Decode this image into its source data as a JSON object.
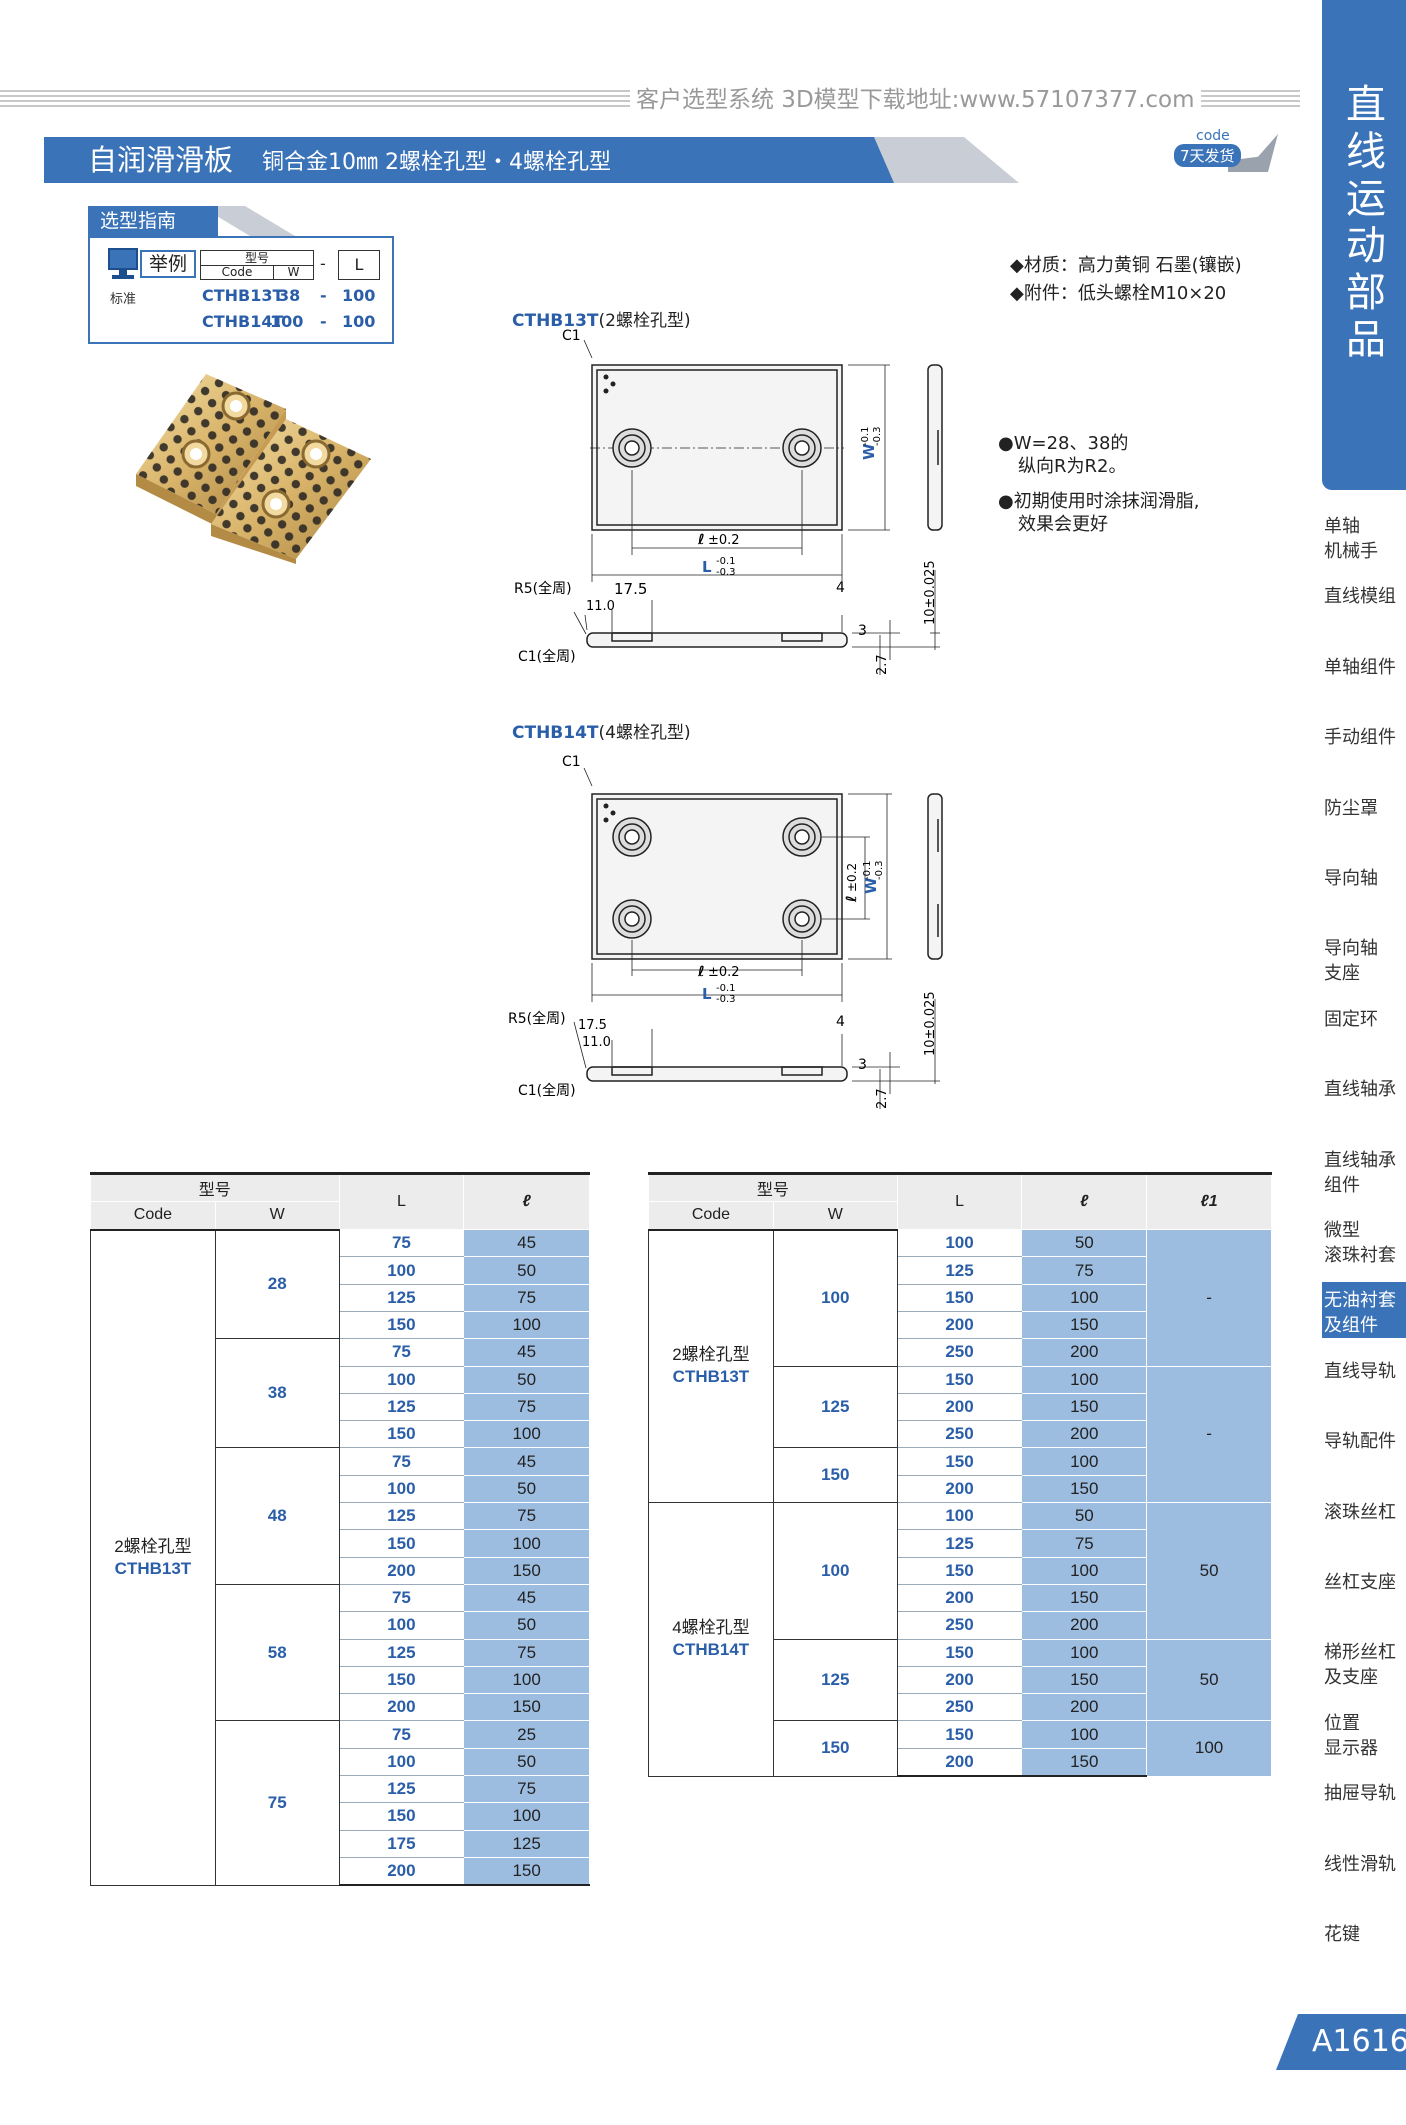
{
  "header": {
    "url_text": "客户选型系统 3D模型下载地址:www.57107377.com",
    "title_main": "自润滑滑板",
    "title_sub": "铜合金10㎜ 2螺栓孔型・4螺栓孔型",
    "badge_code": "code",
    "badge_text": "7天发货"
  },
  "sidebar": {
    "category": "直线运动部品",
    "items": [
      {
        "label": "单轴\n机械手"
      },
      {
        "label": "直线模组"
      },
      {
        "label": "单轴组件"
      },
      {
        "label": "手动组件"
      },
      {
        "label": "防尘罩"
      },
      {
        "label": "导向轴"
      },
      {
        "label": "导向轴\n支座"
      },
      {
        "label": "固定环"
      },
      {
        "label": "直线轴承"
      },
      {
        "label": "直线轴承\n组件"
      },
      {
        "label": "微型\n滚珠衬套"
      },
      {
        "label": "无油衬套\n及组件",
        "active": true
      },
      {
        "label": "直线导轨"
      },
      {
        "label": "导轨配件"
      },
      {
        "label": "滚珠丝杠"
      },
      {
        "label": "丝杠支座"
      },
      {
        "label": "梯形丝杠\n及支座"
      },
      {
        "label": "位置\n显示器"
      },
      {
        "label": "抽屉导轨"
      },
      {
        "label": "线性滑轨"
      },
      {
        "label": "花键"
      }
    ],
    "page_number": "A1616",
    "accent": "#3a73b8"
  },
  "guide": {
    "title": "选型指南",
    "example_label": "举例",
    "standard_label": "标准",
    "col_model": "型号",
    "col_code": "Code",
    "col_w": "W",
    "dash": "-",
    "col_l": "L",
    "rows": [
      {
        "code": "CTHB13T",
        "w": "38",
        "dash": "-",
        "l": "100"
      },
      {
        "code": "CTHB14T",
        "w": "100",
        "dash": "-",
        "l": "100"
      }
    ]
  },
  "specs": {
    "material": "◆材质：高力黄铜 石墨(镶嵌)",
    "accessory": "◆附件：低头螺栓M10×20",
    "note1_a": "●W=28、38的",
    "note1_b": "纵向R为R2。",
    "note2_a": "●初期使用时涂抹润滑脂,",
    "note2_b": "效果会更好"
  },
  "drawing1": {
    "code": "CTHB13T",
    "desc": "(2螺栓孔型)",
    "c1": "C1",
    "w_label": "W",
    "w_tol_top": "-0.1",
    "w_tol_bot": "-0.3",
    "l_small": "ℓ",
    "l_small_tol": "±0.2",
    "l_big": "L",
    "l_tol_top": "-0.1",
    "l_tol_bot": "-0.3",
    "r5": "R5(全周)",
    "d175": "17.5",
    "d11": "11.0",
    "d4": "4",
    "d3": "3",
    "d10": "10±0.025",
    "d27": "2.7",
    "c1_all": "C1(全周)"
  },
  "drawing2": {
    "code": "CTHB14T",
    "desc": "(4螺栓孔型)",
    "c1": "C1",
    "w_label": "W",
    "w_tol_top": "-0.1",
    "w_tol_bot": "-0.3",
    "l1_label": "ℓ",
    "l1_tol": "±0.2",
    "l_small": "ℓ",
    "l_small_tol": "±0.2",
    "l_big": "L",
    "l_tol_top": "-0.1",
    "l_tol_bot": "-0.3",
    "r5": "R5(全周)",
    "d175": "17.5",
    "d11": "11.0",
    "d4": "4",
    "d3": "3",
    "d10": "10±0.025",
    "d27": "2.7",
    "c1_all": "C1(全周)"
  },
  "table1": {
    "h_model": "型号",
    "h_code": "Code",
    "h_w": "W",
    "h_l": "L",
    "h_ell": "ℓ",
    "group_name": "2螺栓孔型",
    "group_code": "CTHB13T",
    "blocks": [
      {
        "w": "28",
        "rows": [
          [
            "75",
            "45"
          ],
          [
            "100",
            "50"
          ],
          [
            "125",
            "75"
          ],
          [
            "150",
            "100"
          ]
        ]
      },
      {
        "w": "38",
        "rows": [
          [
            "75",
            "45"
          ],
          [
            "100",
            "50"
          ],
          [
            "125",
            "75"
          ],
          [
            "150",
            "100"
          ]
        ]
      },
      {
        "w": "48",
        "rows": [
          [
            "75",
            "45"
          ],
          [
            "100",
            "50"
          ],
          [
            "125",
            "75"
          ],
          [
            "150",
            "100"
          ],
          [
            "200",
            "150"
          ]
        ]
      },
      {
        "w": "58",
        "rows": [
          [
            "75",
            "45"
          ],
          [
            "100",
            "50"
          ],
          [
            "125",
            "75"
          ],
          [
            "150",
            "100"
          ],
          [
            "200",
            "150"
          ]
        ]
      },
      {
        "w": "75",
        "rows": [
          [
            "75",
            "25"
          ],
          [
            "100",
            "50"
          ],
          [
            "125",
            "75"
          ],
          [
            "150",
            "100"
          ],
          [
            "175",
            "125"
          ],
          [
            "200",
            "150"
          ]
        ]
      }
    ]
  },
  "table2": {
    "h_model": "型号",
    "h_code": "Code",
    "h_w": "W",
    "h_l": "L",
    "h_ell": "ℓ",
    "h_ell1": "ℓ1",
    "groups": [
      {
        "name": "2螺栓孔型",
        "code": "CTHB13T",
        "blocks": [
          {
            "w": "100",
            "l1": "-",
            "rows": [
              [
                "100",
                "50"
              ],
              [
                "125",
                "75"
              ],
              [
                "150",
                "100"
              ],
              [
                "200",
                "150"
              ],
              [
                "250",
                "200"
              ]
            ]
          },
          {
            "w": "125",
            "l1": "-",
            "rows": [
              [
                "150",
                "100"
              ],
              [
                "200",
                "150"
              ],
              [
                "250",
                "200"
              ]
            ]
          },
          {
            "w": "150",
            "l1": "",
            "rows": [
              [
                "150",
                "100"
              ],
              [
                "200",
                "150"
              ]
            ]
          }
        ]
      },
      {
        "name": "4螺栓孔型",
        "code": "CTHB14T",
        "blocks": [
          {
            "w": "100",
            "l1": "50",
            "rows": [
              [
                "100",
                "50"
              ],
              [
                "125",
                "75"
              ],
              [
                "150",
                "100"
              ],
              [
                "200",
                "150"
              ],
              [
                "250",
                "200"
              ]
            ]
          },
          {
            "w": "125",
            "l1": "50",
            "rows": [
              [
                "150",
                "100"
              ],
              [
                "200",
                "150"
              ],
              [
                "250",
                "200"
              ]
            ]
          },
          {
            "w": "150",
            "l1": "100",
            "rows": [
              [
                "150",
                "100"
              ],
              [
                "200",
                "150"
              ]
            ]
          }
        ]
      }
    ]
  }
}
